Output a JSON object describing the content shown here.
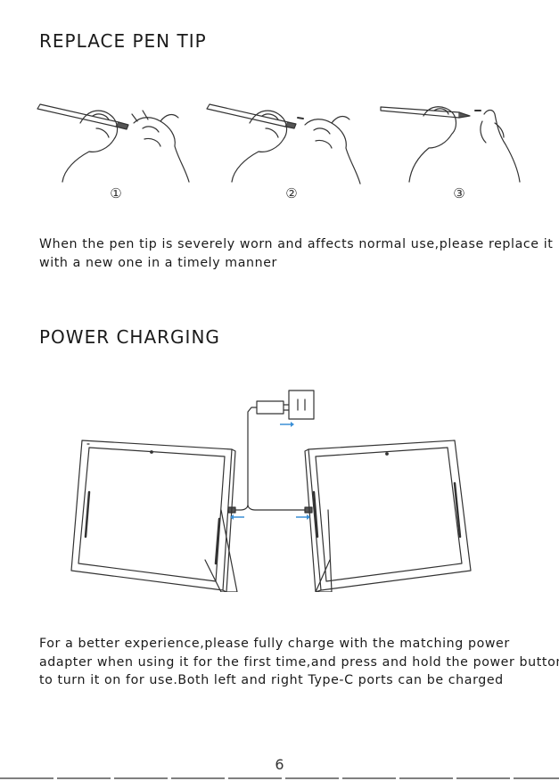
{
  "sections": {
    "replace_pen_tip": {
      "title": "REPLACE PEN TIP",
      "steps": [
        "①",
        "②",
        "③"
      ],
      "body_lines": [
        "When the pen tip is severely worn and affects normal use,please replace it",
        "with a new one in a timely manner"
      ]
    },
    "power_charging": {
      "title": "POWER CHARGING",
      "body_lines": [
        "For a better experience,please fully charge with the matching power",
        "adapter when using it for the first time,and press and hold the power button",
        "to turn it on for use.Both left and right Type-C ports can be charged"
      ]
    }
  },
  "page_number": "6",
  "colors": {
    "text": "#1a1a1a",
    "line_art": "#333333",
    "arrow": "#3a8fd6"
  }
}
